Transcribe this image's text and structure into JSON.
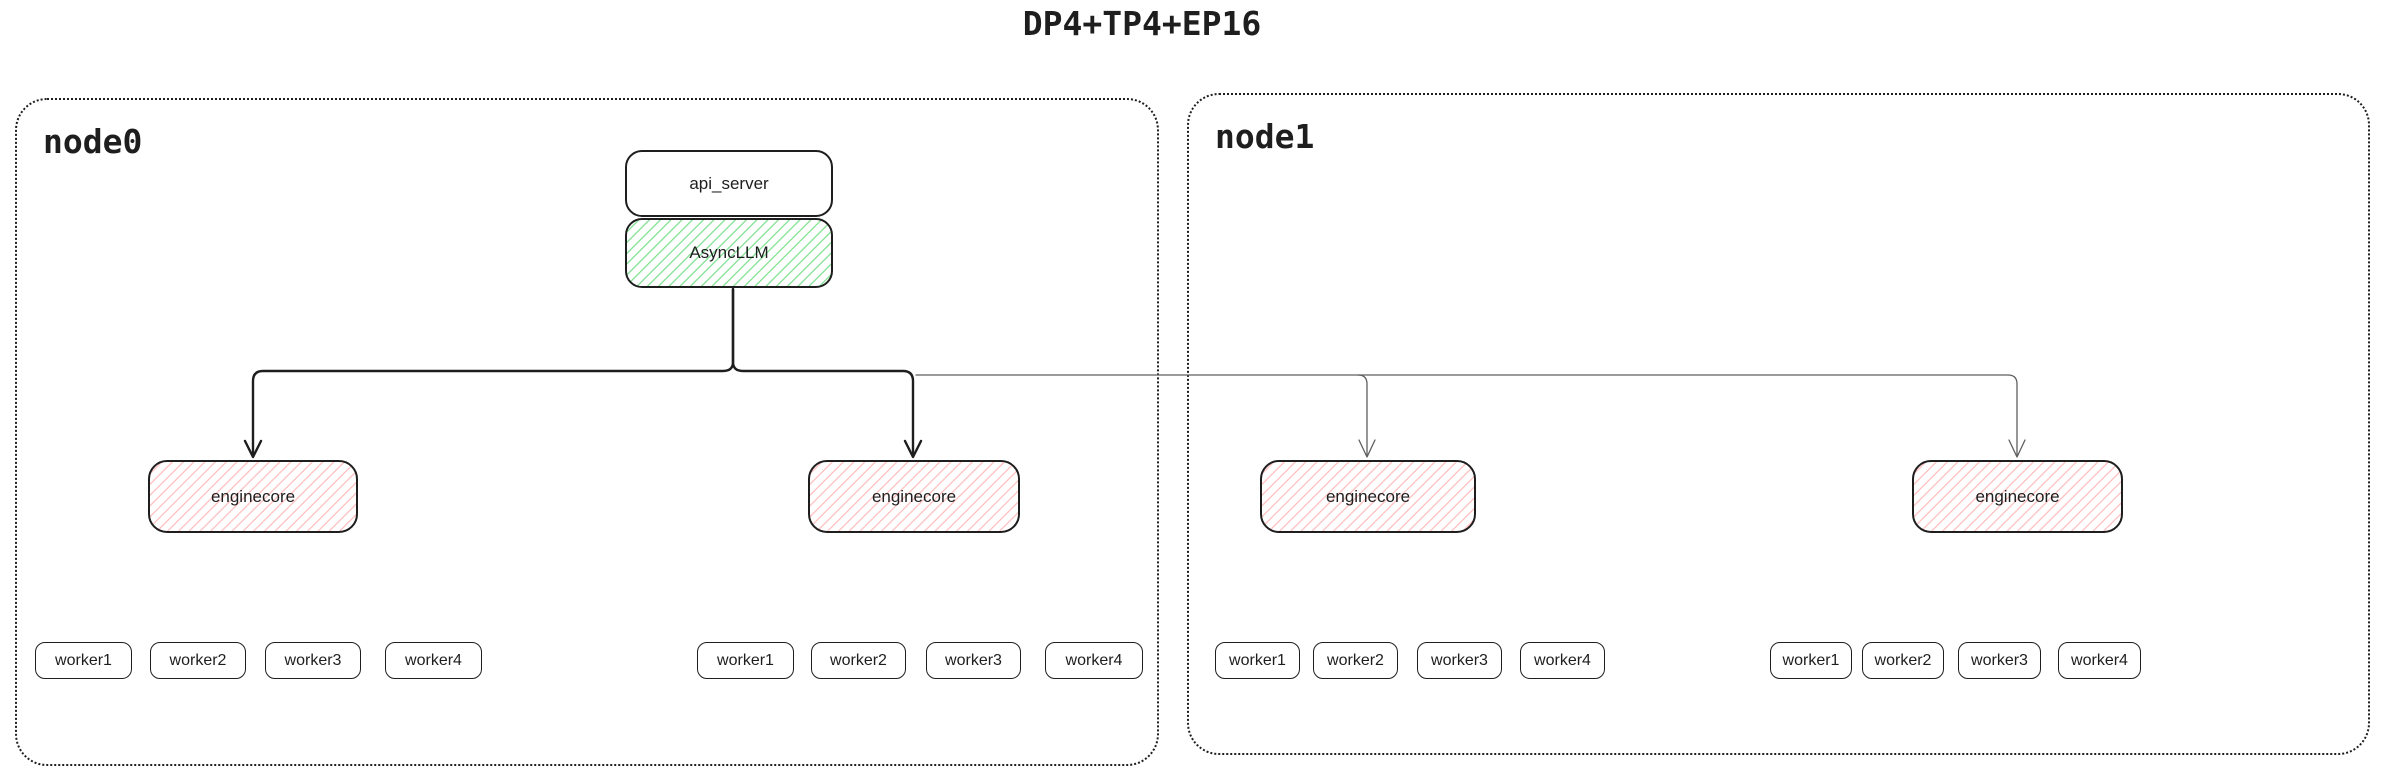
{
  "title": "DP4+TP4+EP16",
  "node0": {
    "label": "node0",
    "api_server_label": "api_server",
    "async_llm_label": "AsyncLLM",
    "enginecores": [
      "enginecore",
      "enginecore"
    ],
    "worker_groups": [
      [
        "worker1",
        "worker2",
        "worker3",
        "worker4"
      ],
      [
        "worker1",
        "worker2",
        "worker3",
        "worker4"
      ]
    ]
  },
  "node1": {
    "label": "node1",
    "enginecores": [
      "enginecore",
      "enginecore"
    ],
    "worker_groups": [
      [
        "worker1",
        "worker2",
        "worker3",
        "worker4"
      ],
      [
        "worker1",
        "worker2",
        "worker3",
        "worker4"
      ]
    ]
  },
  "colors": {
    "stroke": "#1e1e1e",
    "green_hatch": "#69db7c",
    "red_hatch": "#ffa8a8",
    "thin_connector": "#5f5f5f",
    "background": "#ffffff"
  }
}
